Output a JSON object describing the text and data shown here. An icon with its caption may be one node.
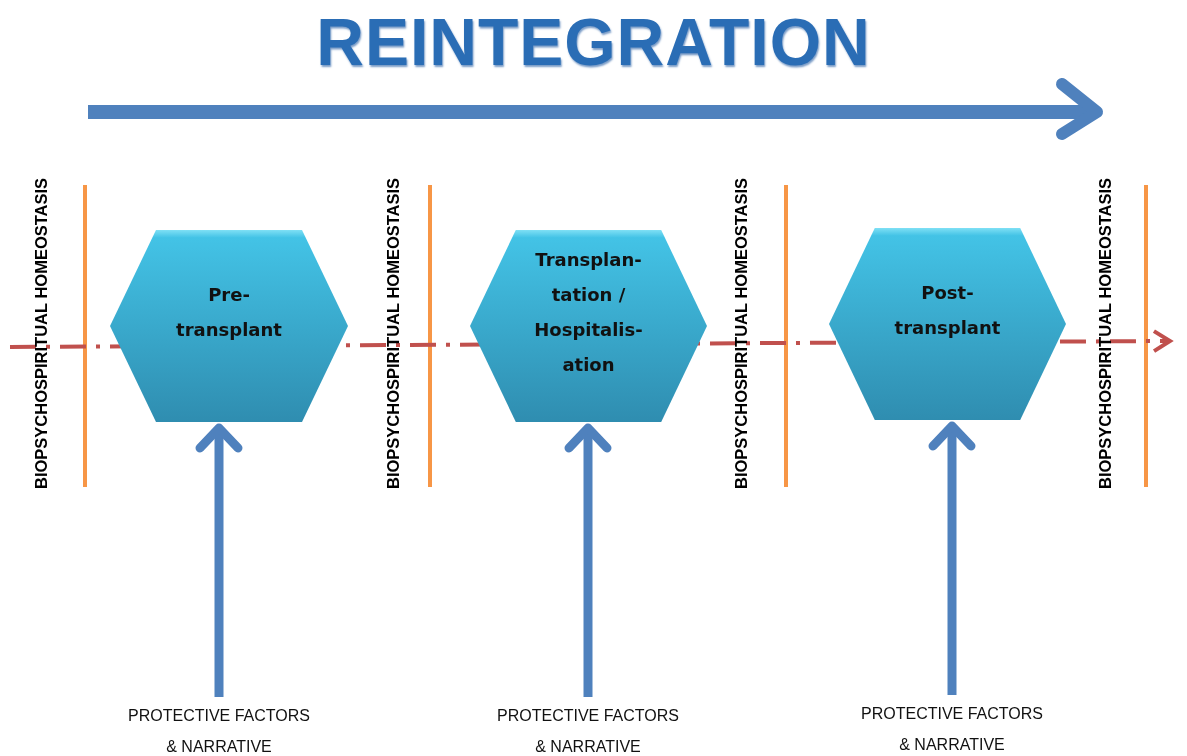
{
  "diagram": {
    "title": "REINTEGRATION",
    "nodes": [
      {
        "text": [
          "Pre- transplant"
        ]
      },
      {
        "text": [
          "Transplan- tation / Hospitalis- ation"
        ]
      },
      {
        "text": [
          "Post- transplant"
        ]
      },
      {
        "text": [
          "PROTECTIVE FACTORS & NARRATIVE"
        ]
      },
      {
        "text": [
          "PROTECTIVE FACTORS & NARRATIVE"
        ]
      },
      {
        "text": [
          "PROTECTIVE FACTORS & NARRATIVE"
        ]
      }
    ],
    "edges": [
      {
        "from": 3,
        "to": 0,
        "arrow": "to"
      },
      {
        "from": 4,
        "to": 1,
        "arrow": "to"
      },
      {
        "from": 5,
        "to": 2,
        "arrow": "to"
      }
    ],
    "labels": [
      "BIOPSYCHOSPIRITUAL HOMEOSTASIS",
      "BIOPSYCHOSPIRITUAL HOMEOSTASIS",
      "BIOPSYCHOSPIRITUAL HOMEOSTASIS",
      "BIOPSYCHOSPIRITUAL HOMEOSTASIS"
    ]
  }
}
